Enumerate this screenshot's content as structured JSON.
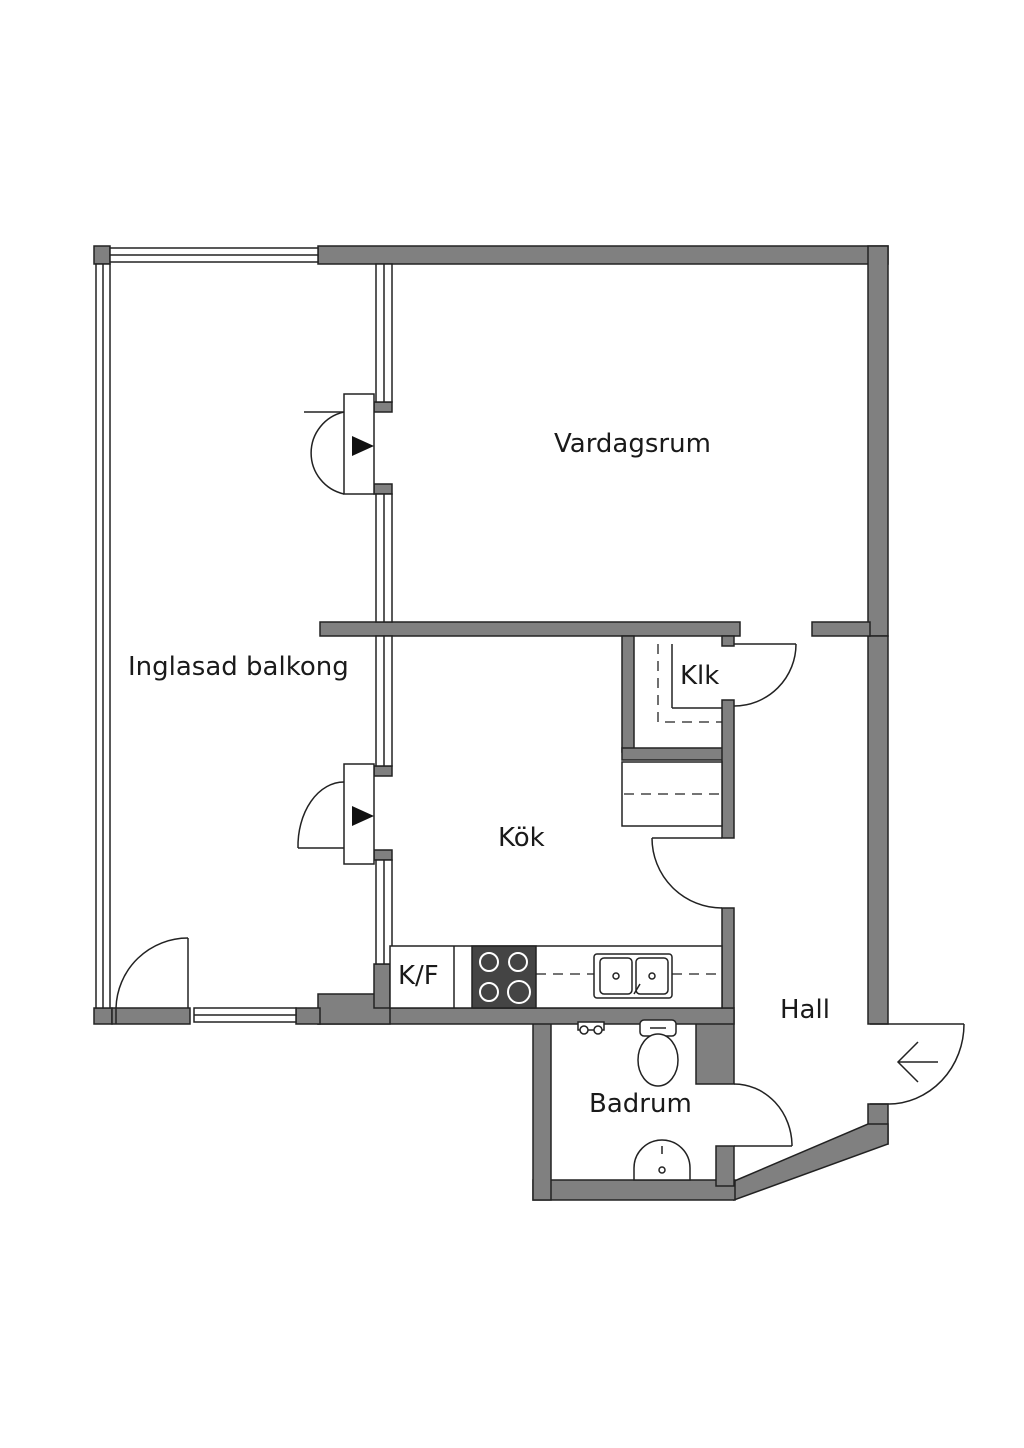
{
  "rooms": {
    "vardagsrum": "Vardagsrum",
    "balkong": "Inglasad balkong",
    "klk": "Klk",
    "kok": "Kök",
    "kf": "K/F",
    "hall": "Hall",
    "badrum": "Badrum"
  },
  "colors": {
    "wall": "#808080",
    "line": "#222222",
    "background": "#ffffff"
  }
}
